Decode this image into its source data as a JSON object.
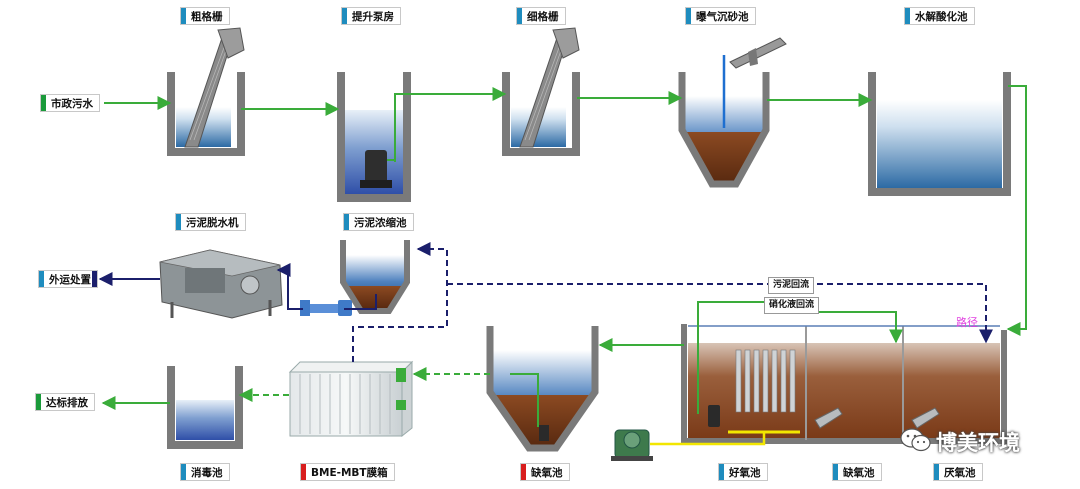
{
  "labels": {
    "coarse_screen": "粗格栅",
    "lift_pump": "提升泵房",
    "fine_screen": "细格栅",
    "aerated_grit": "曝气沉砂池",
    "hydrolysis": "水解酸化池",
    "municipal_sewage": "市政污水",
    "sludge_dewatering": "污泥脱水机",
    "sludge_thickening": "污泥浓缩池",
    "outward_disposal": "外运处置",
    "discharge": "达标排放",
    "disinfection": "消毒池",
    "membrane_box": "BME-MBT膜箱",
    "anoxic_front": "缺氧池",
    "aerobic": "好氧池",
    "anoxic": "缺氧池",
    "anaerobic": "厌氧池",
    "sludge_return": "污泥回流",
    "nitrification_return": "硝化液回流",
    "path": "路径"
  },
  "watermark": "博美环境",
  "colors": {
    "water_flow": "#3aac3a",
    "sludge_flow": "#1b1f6b",
    "air_line": "#f2e600",
    "tank_wall": "#777777",
    "water": "#2b5fa8",
    "sludge": "#7a3a1a"
  }
}
